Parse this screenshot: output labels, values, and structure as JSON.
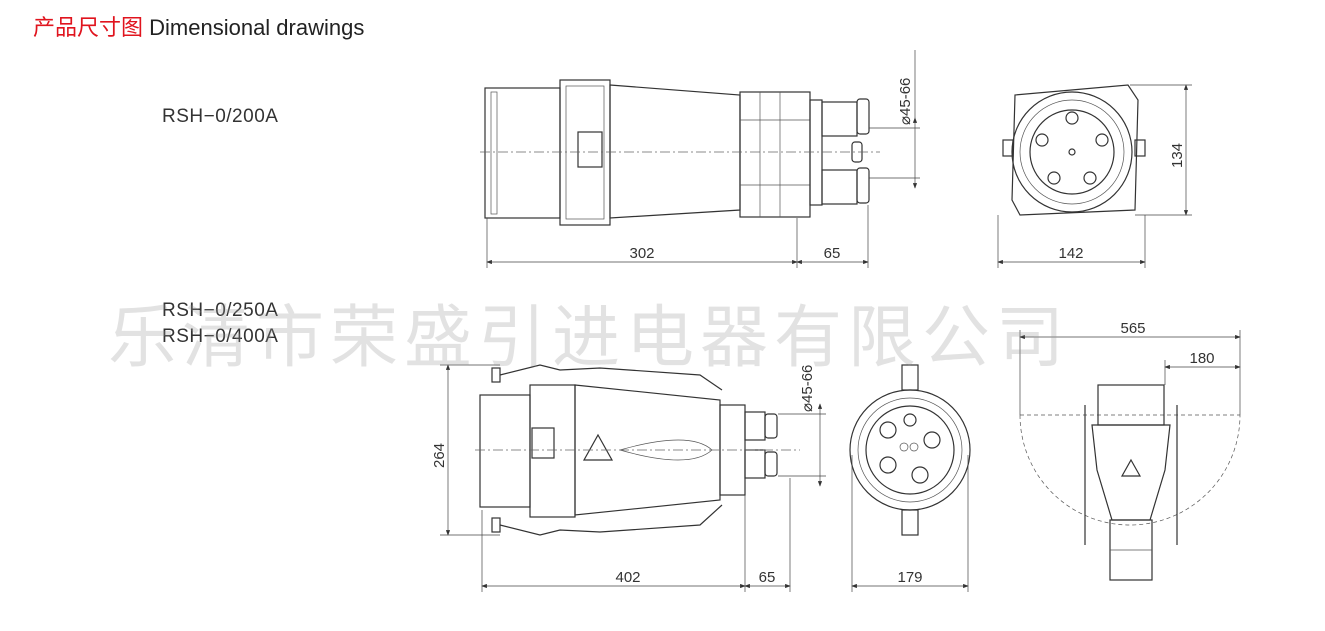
{
  "header": {
    "title_cn": "产品尺寸图",
    "title_en": "Dimensional drawings"
  },
  "models": {
    "model1": "RSH−0/200A",
    "model2a": "RSH−0/250A",
    "model2b": "RSH−0/400A"
  },
  "watermark": "乐清市荣盛引进电器有限公司",
  "drawing1": {
    "length": "302",
    "cable_length": "65",
    "cable_diameter": "⌀45-66",
    "height": "134",
    "width": "142"
  },
  "drawing2": {
    "height": "264",
    "length": "402",
    "cable_length": "65",
    "cable_diameter": "⌀45-66",
    "width": "179",
    "overall": "565",
    "offset": "180"
  }
}
